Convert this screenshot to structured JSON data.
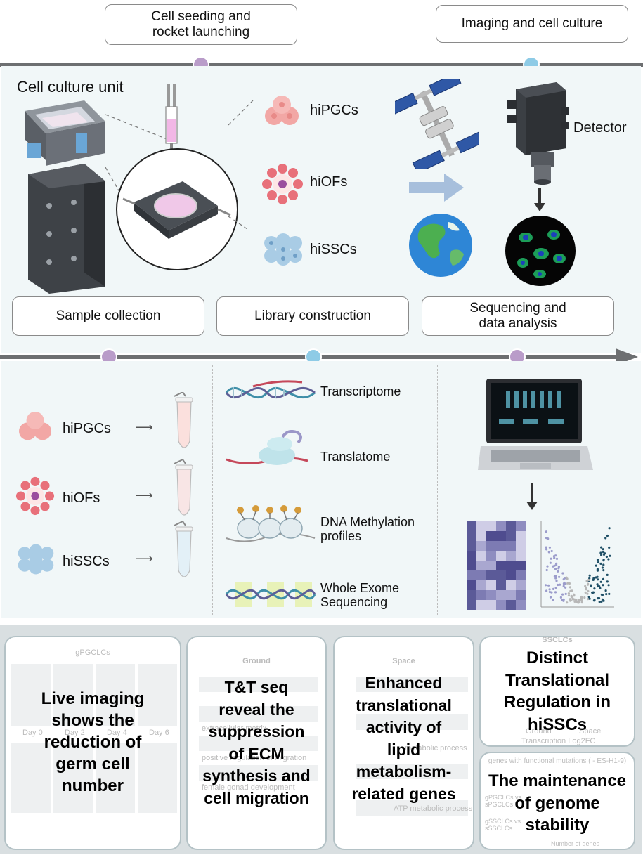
{
  "stages_top": [
    {
      "label_lines": [
        "Cell seeding and",
        "rocket launching"
      ]
    },
    {
      "label_lines": [
        "Imaging and cell culture"
      ]
    }
  ],
  "stages_mid": [
    {
      "label_lines": [
        "Sample collection"
      ]
    },
    {
      "label_lines": [
        "Library construction"
      ]
    },
    {
      "label_lines": [
        "Sequencing and",
        "data analysis"
      ]
    }
  ],
  "top_panel": {
    "unit_title": "Cell culture unit",
    "cells": [
      "hiPGCs",
      "hiOFs",
      "hiSSCs"
    ],
    "detector_label": "Detector"
  },
  "samples": [
    "hiPGCs",
    "hiOFs",
    "hiSSCs"
  ],
  "libraries": [
    {
      "lines": [
        "Transcriptome"
      ]
    },
    {
      "lines": [
        "Translatome"
      ]
    },
    {
      "lines": [
        "DNA Methylation",
        "profiles"
      ]
    },
    {
      "lines": [
        "Whole Exome",
        "Sequencing"
      ]
    }
  ],
  "results": [
    {
      "lines": [
        "Live imaging",
        "shows the",
        "reduction of",
        "germ cell",
        "number"
      ],
      "faint_header": "gPGCLCs",
      "faint_days": [
        "Day 0",
        "Day 2",
        "Day 4",
        "Day 6"
      ]
    },
    {
      "lines": [
        "T&T seq",
        "reveal the",
        "suppression",
        "of ECM",
        "synthesis and",
        "cell migration"
      ],
      "faint_header": "Ground",
      "faint_terms": [
        "extracellular matrix",
        "positive regulation of migration",
        "female gonad development"
      ]
    },
    {
      "lines": [
        "Enhanced",
        "translational",
        "activity of",
        "lipid",
        "metabolism-",
        "related genes"
      ],
      "faint_header": "Space",
      "faint_terms": [
        "metabolic process",
        "ATP metabolic process"
      ]
    },
    {
      "lines": [
        "Distinct",
        "Translational",
        "Regulation in",
        "hiSSCs"
      ],
      "faint_header": "SSCLCs",
      "faint_terms": [
        "Transcription Log2FC",
        "Ground",
        "Space"
      ]
    },
    {
      "lines": [
        "The maintenance",
        "of genome",
        "stability"
      ],
      "faint_header": "genes with functional mutations ( - ES-H1-9)",
      "faint_terms": [
        "gPGCLCs vs sPGCLCs",
        "gSSCLCs vs sSSCLCs",
        "Number of genes"
      ]
    }
  ],
  "colors": {
    "timeline": "#6d6f71",
    "panel_bg": "#f1f7f8",
    "dot_purple": "#b99cc9",
    "dot_blue": "#8ecbe6",
    "pgc_pink": "#f2a7a5",
    "of_red": "#e8707a",
    "ssc_blue": "#9fc3dd",
    "heatmap": "#5b5a98"
  }
}
